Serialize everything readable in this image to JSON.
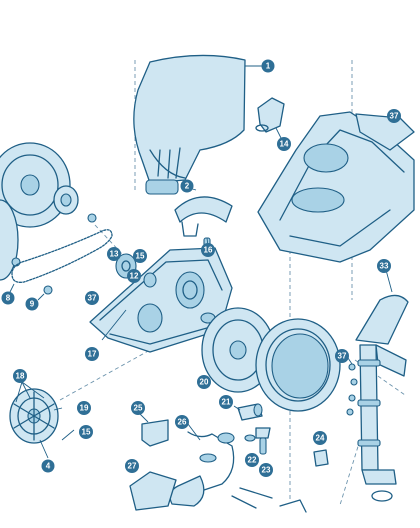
{
  "diagram": {
    "callouts": [
      {
        "id": "c1",
        "label": "1"
      },
      {
        "id": "c2",
        "label": "2"
      },
      {
        "id": "c14",
        "label": "14"
      },
      {
        "id": "c37a",
        "label": "37"
      },
      {
        "id": "c33",
        "label": "33"
      },
      {
        "id": "c13",
        "label": "13"
      },
      {
        "id": "c15a",
        "label": "15"
      },
      {
        "id": "c16",
        "label": "16"
      },
      {
        "id": "c12",
        "label": "12"
      },
      {
        "id": "c37b",
        "label": "37"
      },
      {
        "id": "c8",
        "label": "8"
      },
      {
        "id": "c9",
        "label": "9"
      },
      {
        "id": "c17",
        "label": "17"
      },
      {
        "id": "c18",
        "label": "18"
      },
      {
        "id": "c19",
        "label": "19"
      },
      {
        "id": "c15b",
        "label": "15"
      },
      {
        "id": "c4",
        "label": "4"
      },
      {
        "id": "c20",
        "label": "20"
      },
      {
        "id": "c37c",
        "label": "37"
      },
      {
        "id": "c25",
        "label": "25"
      },
      {
        "id": "c26",
        "label": "26"
      },
      {
        "id": "c21",
        "label": "21"
      },
      {
        "id": "c22",
        "label": "22"
      },
      {
        "id": "c23",
        "label": "23"
      },
      {
        "id": "c24",
        "label": "24"
      },
      {
        "id": "c27",
        "label": "27"
      }
    ],
    "colors": {
      "line": "#1f5f86",
      "fill": "#cfe6f2",
      "callout": "#2f6f96"
    }
  }
}
